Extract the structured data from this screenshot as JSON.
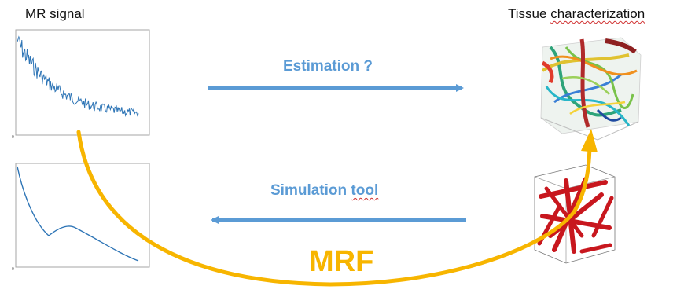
{
  "labels": {
    "mr_signal": "MR signal",
    "tissue_word": "Tissue",
    "characterization_word": "characterization",
    "estimation": "Estimation ?",
    "simulation_word": "Simulation",
    "tool_word": "tool",
    "mrf": "MRF"
  },
  "plot_ticks": {
    "noisy_zero": "0",
    "sim_zero": "0"
  },
  "colors": {
    "signal_line": "#2e75b6",
    "arrow": "#5b9bd5",
    "mrf_curve": "#f7b500",
    "vessel_red": "#c8171e",
    "frame": "#a6a6a6"
  },
  "icons": {
    "vascular_network": "colored-vessel-network-cube",
    "cylinder_model": "red-cylinder-cube"
  }
}
